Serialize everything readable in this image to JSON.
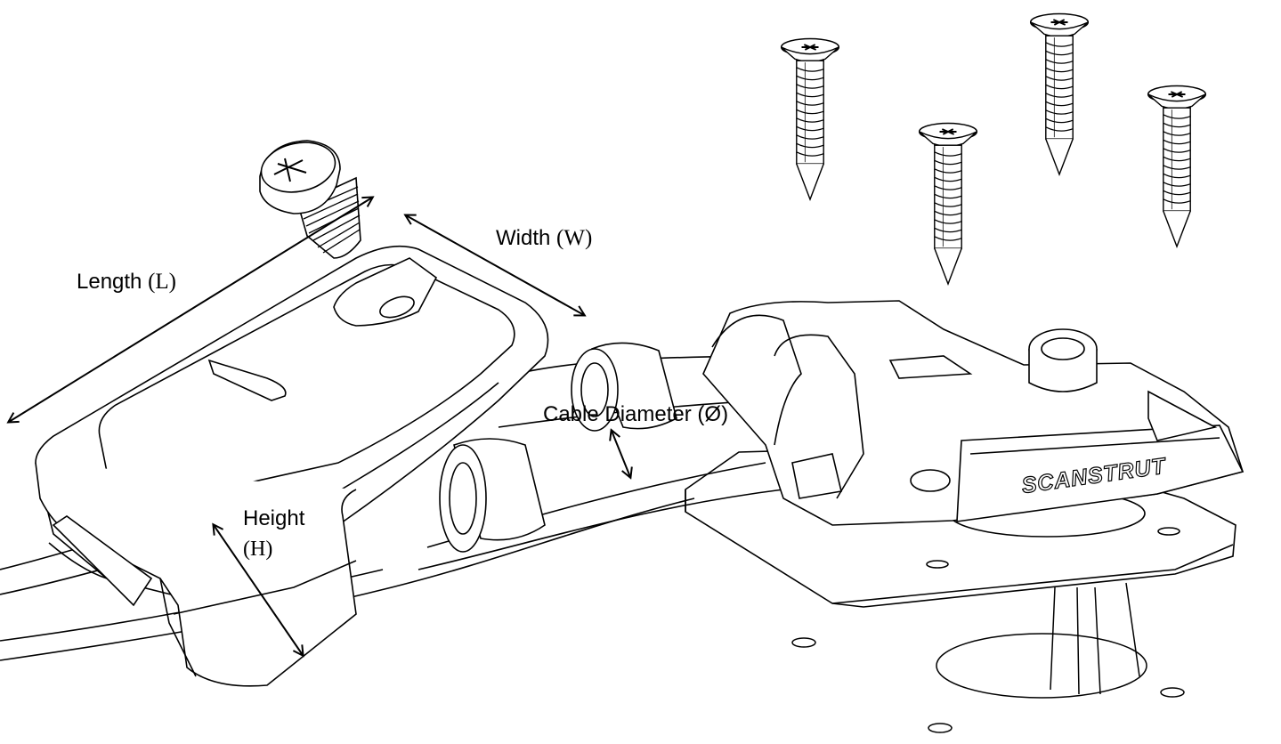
{
  "labels": {
    "length_word": "Length",
    "length_sym": "(L)",
    "width_word": "Width",
    "width_sym": "(W)",
    "height_word": "Height",
    "height_sym": "(H)",
    "cable_diameter": "Cable Diameter (Ø)"
  },
  "brand": "SCANSTRUT",
  "screws": {
    "loose_screws_count": 4
  },
  "colors": {
    "line": "#000000",
    "background": "#ffffff"
  }
}
